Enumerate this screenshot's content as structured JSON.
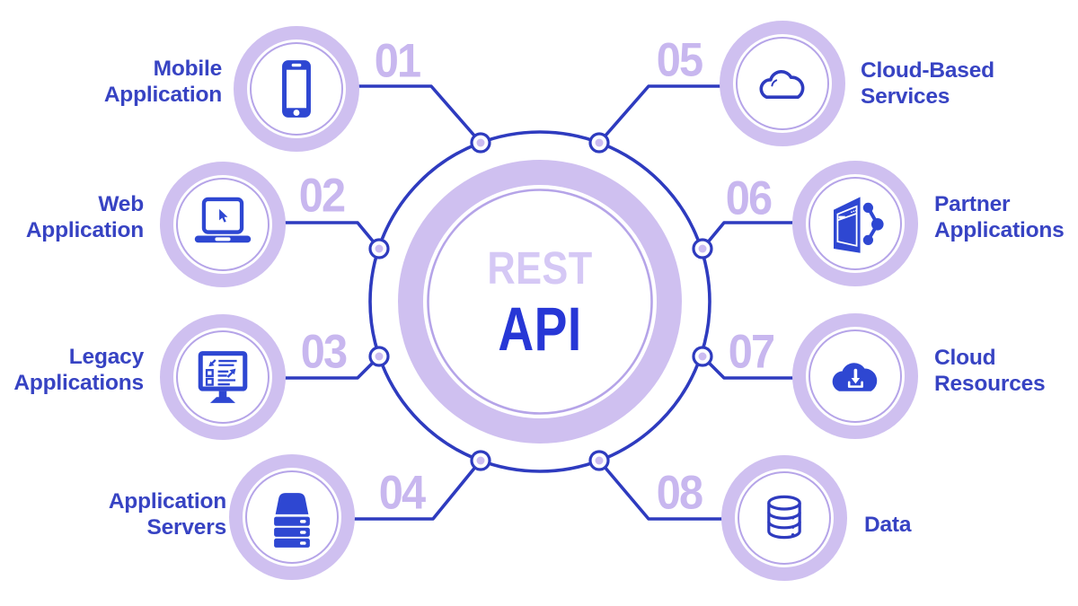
{
  "center": {
    "top_label": "REST",
    "bottom_label": "API"
  },
  "nodes": [
    {
      "number": "01",
      "label": "Mobile Application",
      "icon": "smartphone-icon"
    },
    {
      "number": "02",
      "label": "Web Application",
      "icon": "laptop-cursor-icon"
    },
    {
      "number": "03",
      "label": "Legacy Applications",
      "icon": "desktop-checklist-icon"
    },
    {
      "number": "04",
      "label": "Application Servers",
      "icon": "server-stack-icon"
    },
    {
      "number": "05",
      "label": "Cloud-Based Services",
      "icon": "cloud-outline-icon"
    },
    {
      "number": "06",
      "label": "Partner Applications",
      "icon": "window-share-icon"
    },
    {
      "number": "07",
      "label": "Cloud Resources",
      "icon": "cloud-download-icon"
    },
    {
      "number": "08",
      "label": "Data",
      "icon": "database-icon"
    }
  ],
  "colors": {
    "line_blue": "#2e3bbf",
    "icon_blue": "#2e47d2",
    "label_blue": "#3743c3",
    "api_blue": "#2737d6",
    "ring_lavender": "#cfc0f0",
    "number_lavender": "#c8b7ef",
    "rest_lavender": "#d5c8f5"
  }
}
